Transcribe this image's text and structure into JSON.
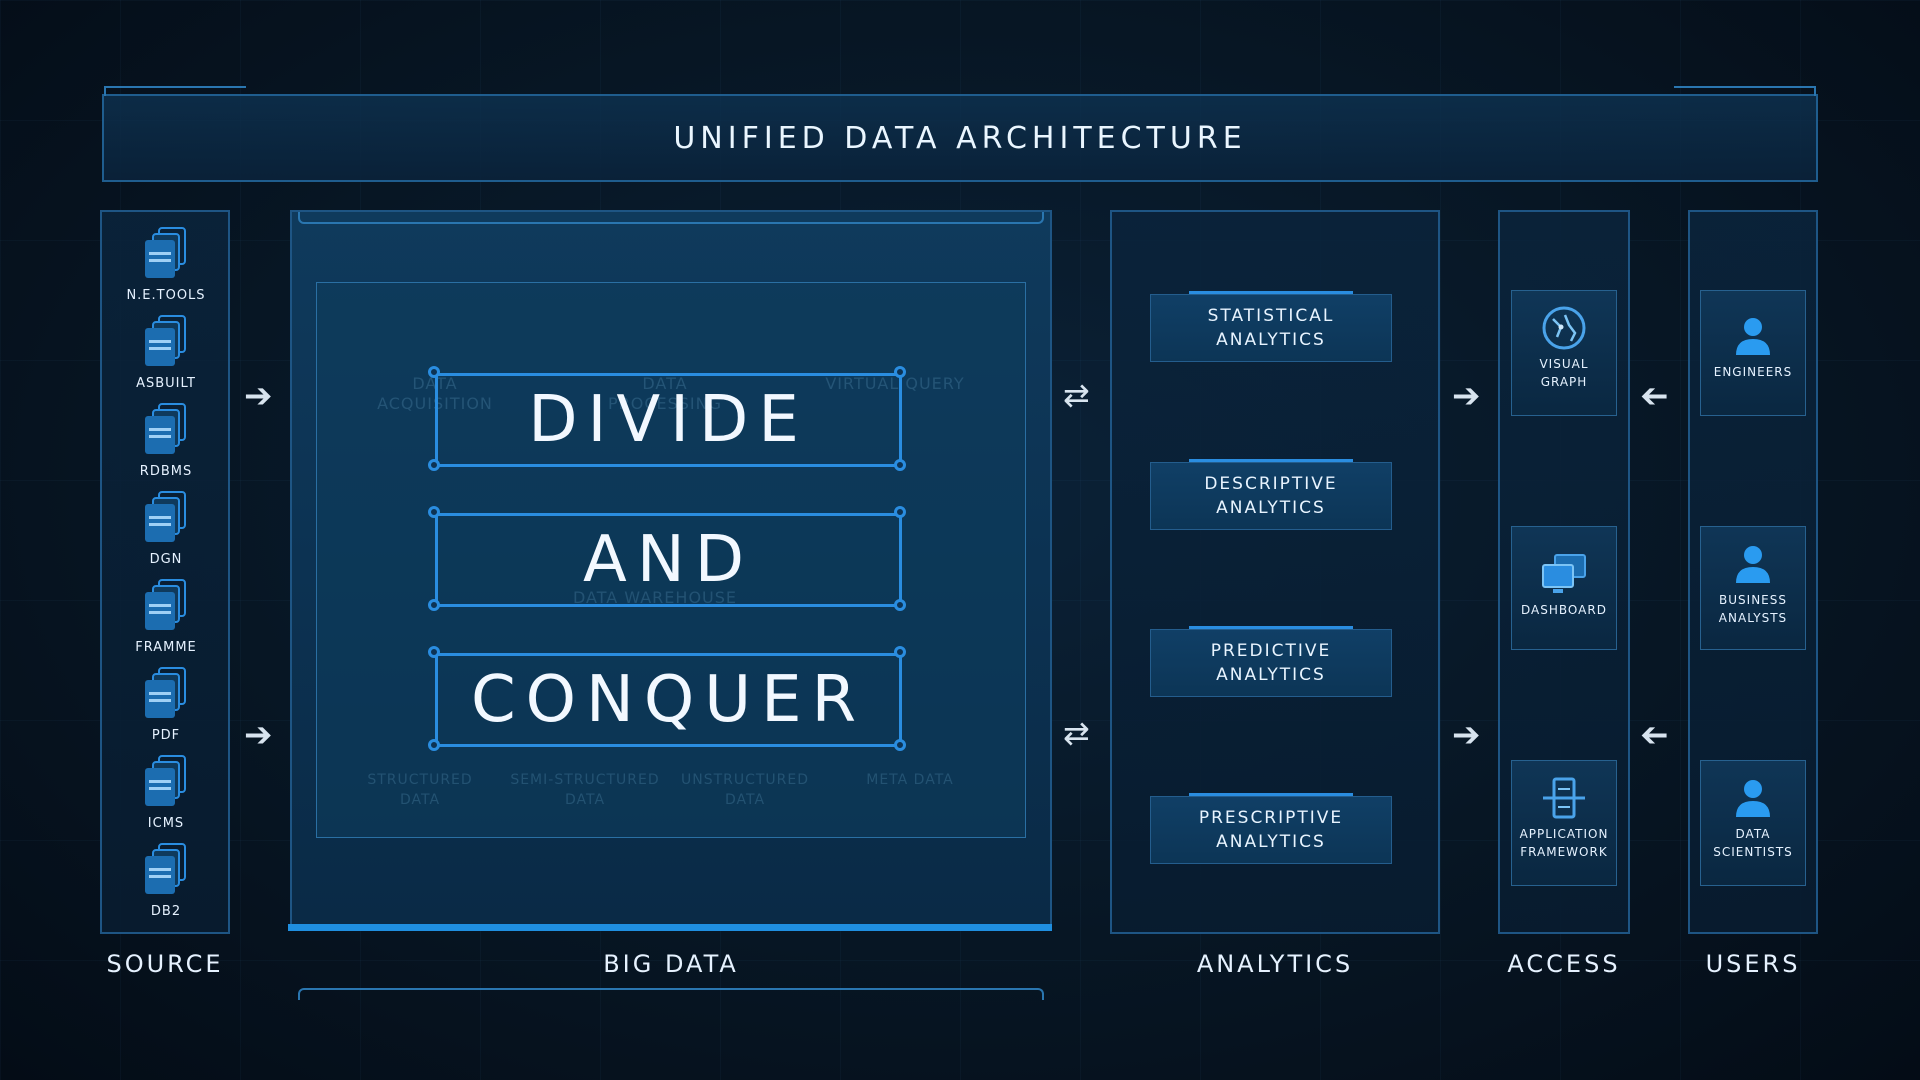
{
  "title": "UNIFIED DATA ARCHITECTURE",
  "columns": {
    "source": "SOURCE",
    "big_data": "BIG DATA",
    "analytics": "ANALYTICS",
    "access": "ACCESS",
    "users": "USERS"
  },
  "sources": [
    {
      "label": "N.E.TOOLS",
      "icon": "document-stack-icon"
    },
    {
      "label": "ASBUILT",
      "icon": "document-stack-icon"
    },
    {
      "label": "RDBMS",
      "icon": "document-stack-icon"
    },
    {
      "label": "DGN",
      "icon": "document-stack-icon"
    },
    {
      "label": "FRAMME",
      "icon": "document-stack-icon"
    },
    {
      "label": "PDF",
      "icon": "document-stack-icon"
    },
    {
      "label": "ICMS",
      "icon": "document-stack-icon"
    },
    {
      "label": "DB2",
      "icon": "document-stack-icon"
    }
  ],
  "big_data": {
    "headline": [
      "DIVIDE",
      "AND",
      "CONQUER"
    ],
    "background_labels": {
      "data_acquisition": "DATA ACQUISITION",
      "data_processing": "DATA PROCESSING",
      "virtual_query": "VIRTUAL QUERY",
      "data_warehouse": "DATA WAREHOUSE",
      "structured": "STRUCTURED DATA",
      "semi_structured": "SEMI-STRUCTURED DATA",
      "unstructured": "UNSTRUCTURED DATA",
      "meta": "META DATA"
    }
  },
  "analytics": [
    {
      "line1": "STATISTICAL",
      "line2": "ANALYTICS"
    },
    {
      "line1": "DESCRIPTIVE",
      "line2": "ANALYTICS"
    },
    {
      "line1": "PREDICTIVE",
      "line2": "ANALYTICS"
    },
    {
      "line1": "PRESCRIPTIVE",
      "line2": "ANALYTICS"
    }
  ],
  "access": [
    {
      "line1": "VISUAL",
      "line2": "GRAPH",
      "icon": "globe-icon"
    },
    {
      "line1": "DASHBOARD",
      "line2": "",
      "icon": "monitors-icon"
    },
    {
      "line1": "APPLICATION",
      "line2": "FRAMEWORK",
      "icon": "framework-icon"
    }
  ],
  "users": [
    {
      "line1": "ENGINEERS",
      "line2": "",
      "icon": "user-icon"
    },
    {
      "line1": "BUSINESS",
      "line2": "ANALYSTS",
      "icon": "user-icon"
    },
    {
      "line1": "DATA",
      "line2": "SCIENTISTS",
      "icon": "user-icon"
    }
  ],
  "colors": {
    "accent": "#2a8de0",
    "panel_border": "#1e5584",
    "background": "#071624"
  }
}
